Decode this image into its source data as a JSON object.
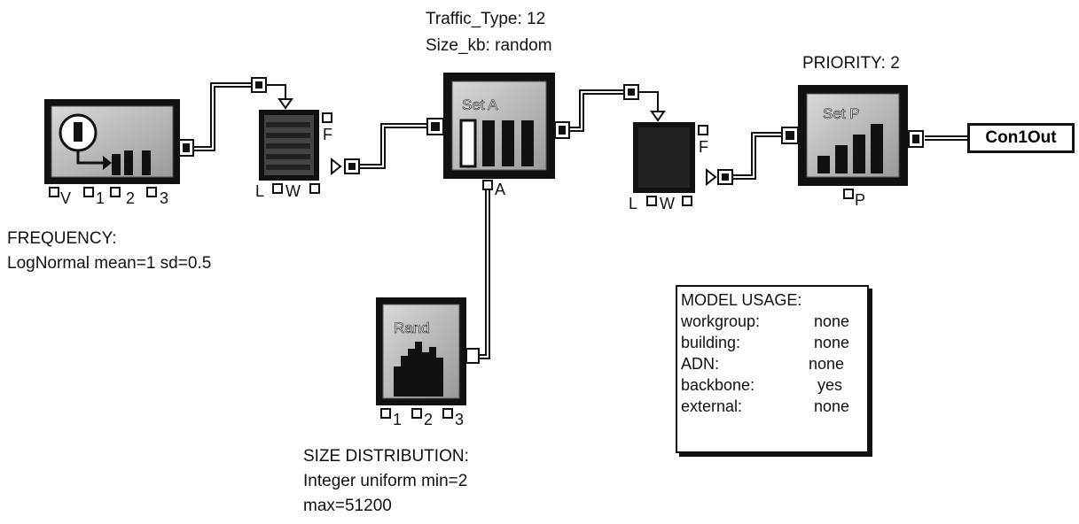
{
  "labels": {
    "traffic_type": "Traffic_Type:  12",
    "size_kb": "Size_kb: random",
    "priority": "PRIORITY: 2",
    "frequency": "FREQUENCY:",
    "frequency_dist": "LogNormal mean=1 sd=0.5",
    "size_dist": "SIZE DISTRIBUTION:",
    "size_dist_line1": "Integer uniform min=2",
    "size_dist_line2": "max=51200"
  },
  "blocks": {
    "set_a": "Set A",
    "set_p": "Set P",
    "rand": "Rand",
    "output": "Con1Out"
  },
  "ports": {
    "gen": [
      "V",
      "1",
      "2",
      "3"
    ],
    "queue1": [
      "L",
      "W",
      "F"
    ],
    "set_a": "A",
    "queue2": [
      "L",
      "W",
      "F"
    ],
    "set_p": "P",
    "rand": [
      "1",
      "2",
      "3"
    ]
  },
  "model_usage": {
    "title": "MODEL USAGE:",
    "rows": [
      {
        "key": "workgroup:",
        "value": "none"
      },
      {
        "key": "building:",
        "value": "none"
      },
      {
        "key": "ADN:",
        "value": "none"
      },
      {
        "key": "backbone:",
        "value": "yes"
      },
      {
        "key": "external:",
        "value": "none"
      }
    ]
  }
}
